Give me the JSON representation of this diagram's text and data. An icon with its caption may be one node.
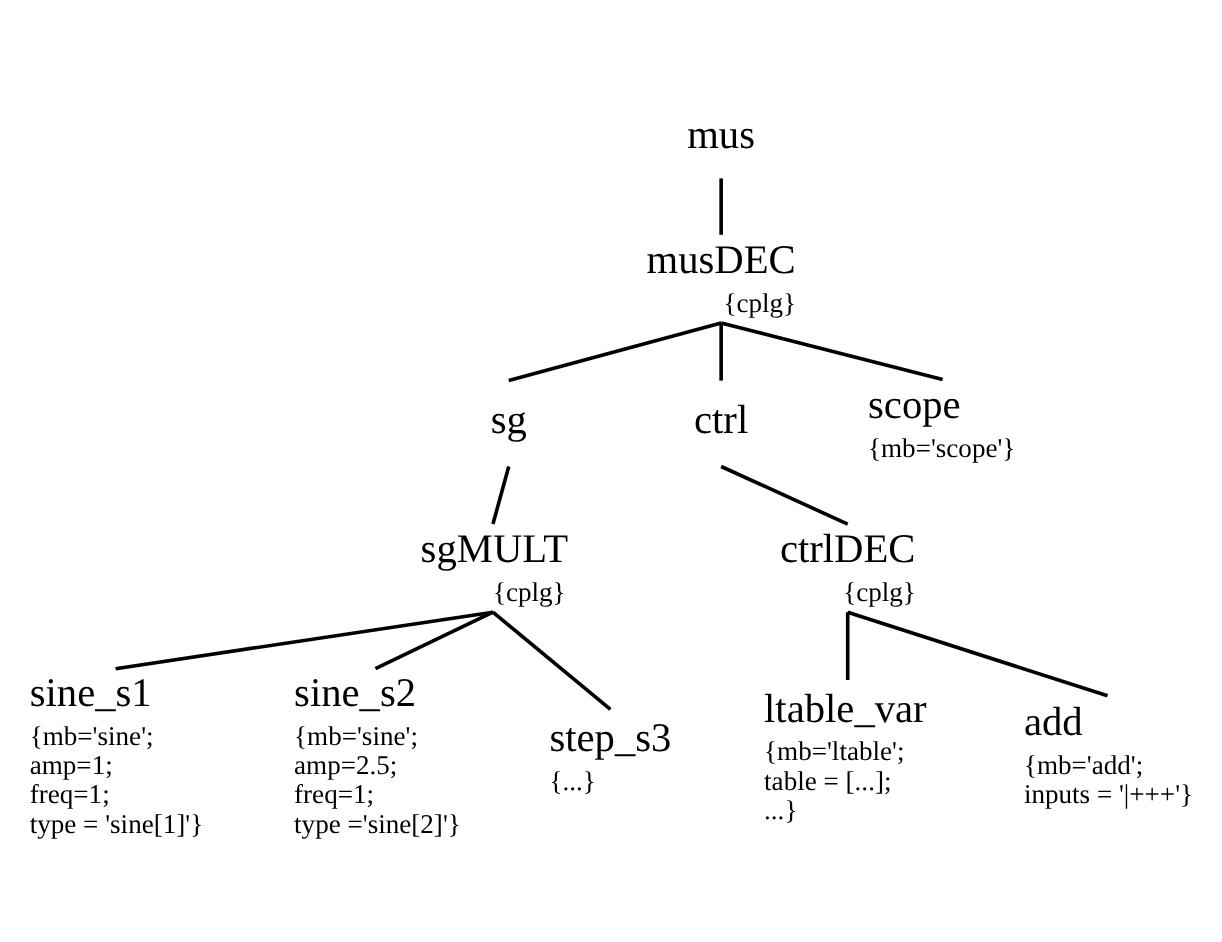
{
  "diagram": {
    "nodes": [
      {
        "text": [
          "mus"
        ]
      },
      {
        "text": [
          "musDEC"
        ],
        "beside": [
          "{cplg}"
        ]
      },
      {
        "text": [
          "sg"
        ]
      },
      {
        "text": [
          "ctrl"
        ]
      },
      {
        "text": [
          "scope",
          "{mb='scope'}"
        ]
      },
      {
        "text": [
          "sgMULT"
        ],
        "beside": [
          "{cplg}"
        ]
      },
      {
        "text": [
          "ctrlDEC"
        ],
        "beside": [
          "{cplg}"
        ]
      },
      {
        "text": [
          "ltable_var",
          "{mb='ltable'; table = [...]; ...}"
        ]
      },
      {
        "text": [
          "add",
          "{mb='add'; inputs = '|+++'}"
        ]
      },
      {
        "text": [
          "sine_s1",
          "{mb='sine'; amp=1; freq=1; type = 'sine[1]'}"
        ]
      },
      {
        "text": [
          "sine_s2",
          "{mb='sine'; amp=2.5; freq=1; type ='sine[2]'}"
        ]
      },
      {
        "text": [
          "step_s3",
          "{...}"
        ]
      }
    ],
    "edges": [
      {
        "from": 0,
        "to": 1,
        "arrow": "none"
      },
      {
        "from": 1,
        "to": 2,
        "arrow": "none"
      },
      {
        "from": 1,
        "to": 3,
        "arrow": "none"
      },
      {
        "from": 1,
        "to": 4,
        "arrow": "none"
      },
      {
        "from": 2,
        "to": 5,
        "arrow": "none"
      },
      {
        "from": 3,
        "to": 6,
        "arrow": "none"
      },
      {
        "from": 6,
        "to": 7,
        "arrow": "none"
      },
      {
        "from": 6,
        "to": 8,
        "arrow": "none"
      },
      {
        "from": 5,
        "to": 9,
        "arrow": "none"
      },
      {
        "from": 5,
        "to": 10,
        "arrow": "none"
      },
      {
        "from": 5,
        "to": 11,
        "arrow": "none"
      }
    ]
  }
}
